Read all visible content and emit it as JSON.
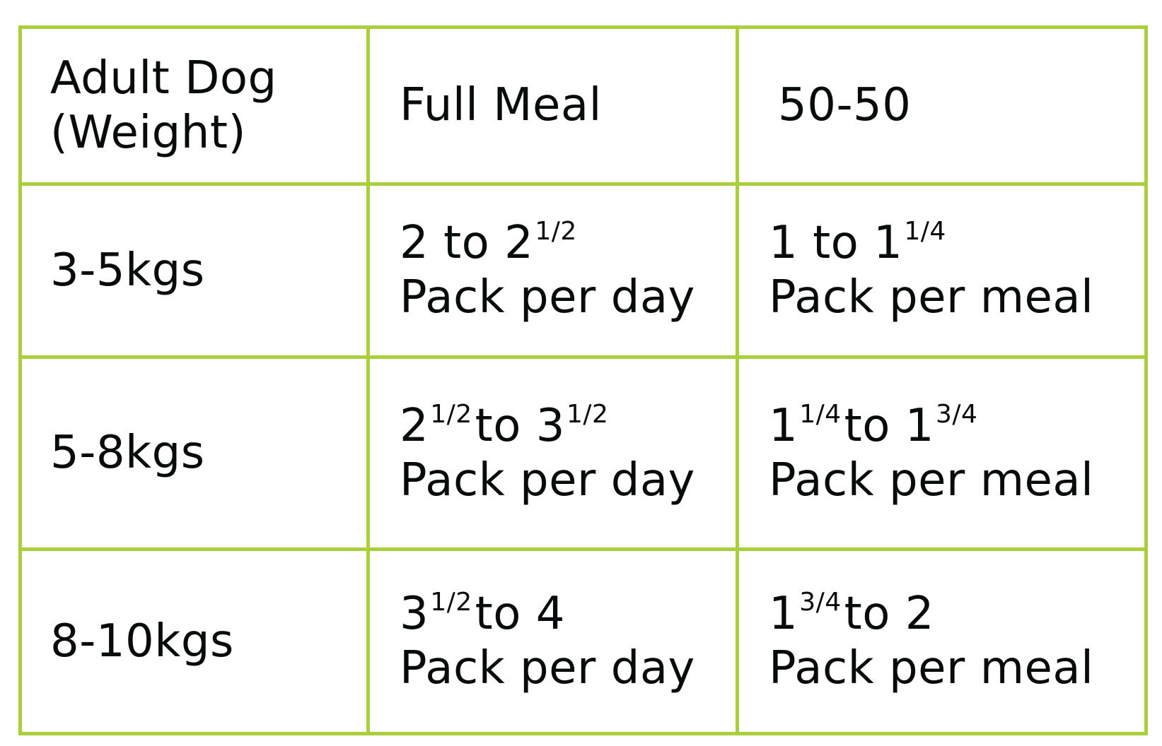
{
  "headers": [
    "Adult Dog (Weight)",
    "Full Meal",
    "50-50"
  ],
  "header_lines": [
    "Adult Dog",
    "(Weight)"
  ],
  "rows": [
    {
      "weight": "3-5kgs",
      "full": {
        "from": "2",
        "from_frac": "",
        "to": "2",
        "to_frac": "1/2",
        "unit": "Pack per day"
      },
      "half": {
        "from": "1",
        "from_frac": "",
        "to": "1",
        "to_frac": "1/4",
        "unit": "Pack per meal"
      }
    },
    {
      "weight": "5-8kgs",
      "full": {
        "from": "2",
        "from_frac": "1/2",
        "to": "3",
        "to_frac": "1/2",
        "unit": "Pack per day"
      },
      "half": {
        "from": "1",
        "from_frac": "1/4",
        "to": "1",
        "to_frac": "3/4",
        "unit": "Pack per meal"
      }
    },
    {
      "weight": "8-10kgs",
      "full": {
        "from": "3",
        "from_frac": "1/2",
        "to": "4",
        "to_frac": "",
        "unit": "Pack per day"
      },
      "half": {
        "from": "1",
        "from_frac": "3/4",
        "to": "2",
        "to_frac": "",
        "unit": "Pack per meal"
      }
    }
  ],
  "connector": "to",
  "colors": {
    "border": "#a9cf3b",
    "text": "#070b0b"
  }
}
